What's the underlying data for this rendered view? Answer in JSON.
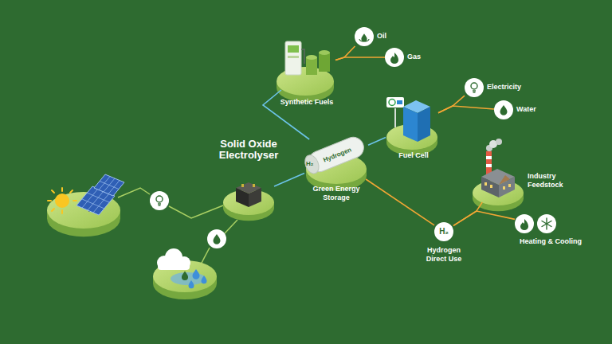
{
  "diagram": {
    "nodes": [
      {
        "text": [
          "Solid Oxide Electrolyser"
        ]
      },
      {
        "text": [
          "Synthetic Fuels"
        ]
      },
      {
        "text": [
          "Oil"
        ]
      },
      {
        "text": [
          "Gas"
        ]
      },
      {
        "text": [
          "Green Energy Storage"
        ]
      },
      {
        "text": [
          "Fuel Cell"
        ]
      },
      {
        "text": [
          "Electricity"
        ]
      },
      {
        "text": [
          "Water"
        ]
      },
      {
        "text": [
          "Industry Feedstock"
        ]
      },
      {
        "text": [
          "H₂",
          "Hydrogen Direct Use"
        ]
      },
      {
        "text": [
          "Heating & Cooling"
        ]
      }
    ],
    "edges": [
      {
        "from": 0,
        "to": 4,
        "arrow": "none"
      },
      {
        "from": 4,
        "to": 1,
        "arrow": "none"
      },
      {
        "from": 4,
        "to": 5,
        "arrow": "none"
      },
      {
        "from": 4,
        "to": 9,
        "arrow": "none"
      },
      {
        "from": 1,
        "to": 2,
        "arrow": "none"
      },
      {
        "from": 1,
        "to": 3,
        "arrow": "none"
      },
      {
        "from": 5,
        "to": 6,
        "arrow": "none"
      },
      {
        "from": 5,
        "to": 7,
        "arrow": "none"
      },
      {
        "from": 9,
        "to": 8,
        "arrow": "none"
      },
      {
        "from": 9,
        "to": 10,
        "arrow": "none"
      }
    ],
    "labels": [
      "Hydrogen",
      "H₂"
    ]
  }
}
